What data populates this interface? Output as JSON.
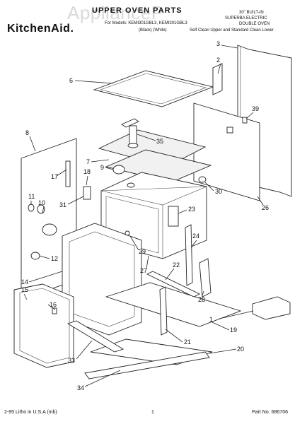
{
  "header": {
    "watermark": "ApplianceP",
    "title": "UPPER OVEN PARTS",
    "for_models": "For Models: KEMI301GBL3, KEMI301GBL3",
    "colors": "(Black)   (White)",
    "right_line1": "30\" BUILT-IN",
    "right_line2": "SUPERBA ELECTRIC",
    "right_line3": "DOUBLE OVEN",
    "right_line4": "Self Clean Upper and Standard Clean Lower"
  },
  "brand": "KitchenAid.",
  "callouts": [
    "1",
    "2",
    "3",
    "6",
    "7",
    "8",
    "9",
    "10",
    "11",
    "12",
    "14",
    "15",
    "16",
    "17",
    "18",
    "19",
    "20",
    "21",
    "22",
    "23",
    "24",
    "26",
    "27",
    "28",
    "29",
    "30",
    "31",
    "33",
    "34",
    "35",
    "39"
  ],
  "footer": {
    "left": "2-95 Litho in U.S.A (mb)",
    "center": "1",
    "right": "Part No. 686706"
  }
}
